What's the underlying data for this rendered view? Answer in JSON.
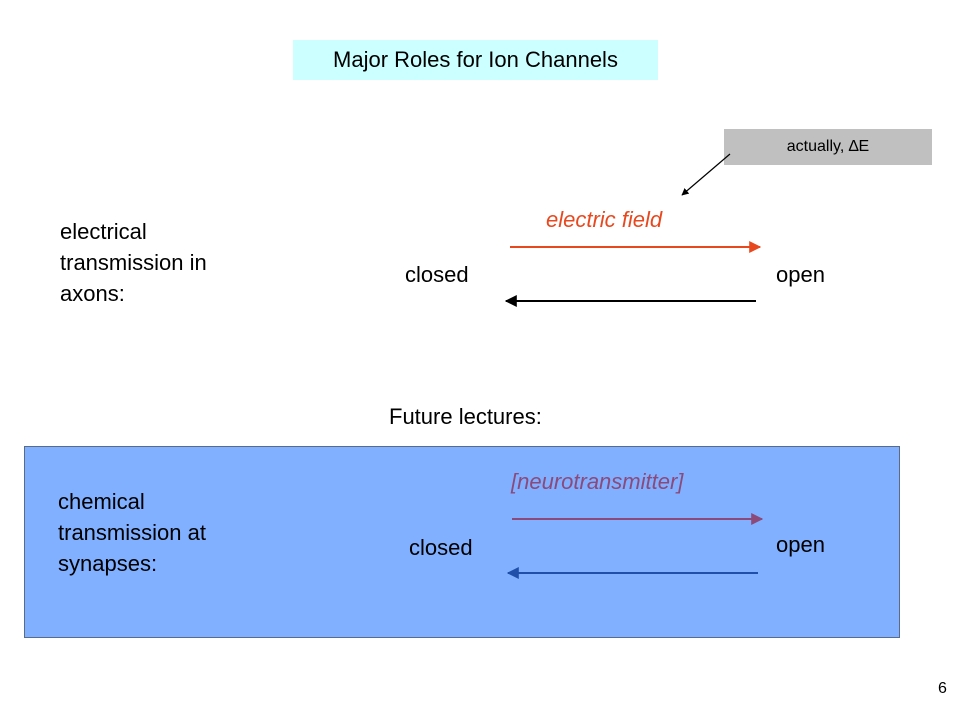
{
  "slide": {
    "title": "Major Roles for Ion Channels",
    "note": "actually, ∆E",
    "page_number": "6"
  },
  "electrical": {
    "lines": [
      "electrical",
      "transmission in",
      "axons:"
    ],
    "stimulus": "electric field",
    "left_state": "closed",
    "right_state": "open"
  },
  "future": {
    "heading": "Future lectures:",
    "lines": [
      "chemical",
      "transmission at",
      "synapses:"
    ],
    "stimulus": "[neurotransmitter]",
    "left_state": "closed",
    "right_state": "open"
  },
  "colors": {
    "title_bg": "#ccffff",
    "note_bg": "#c0c0c0",
    "electric_field": "#e8481e",
    "neurotransmitter": "#8b4a7a",
    "future_box": "#80b0ff",
    "back_arrow_bottom": "#1f4fa8"
  }
}
